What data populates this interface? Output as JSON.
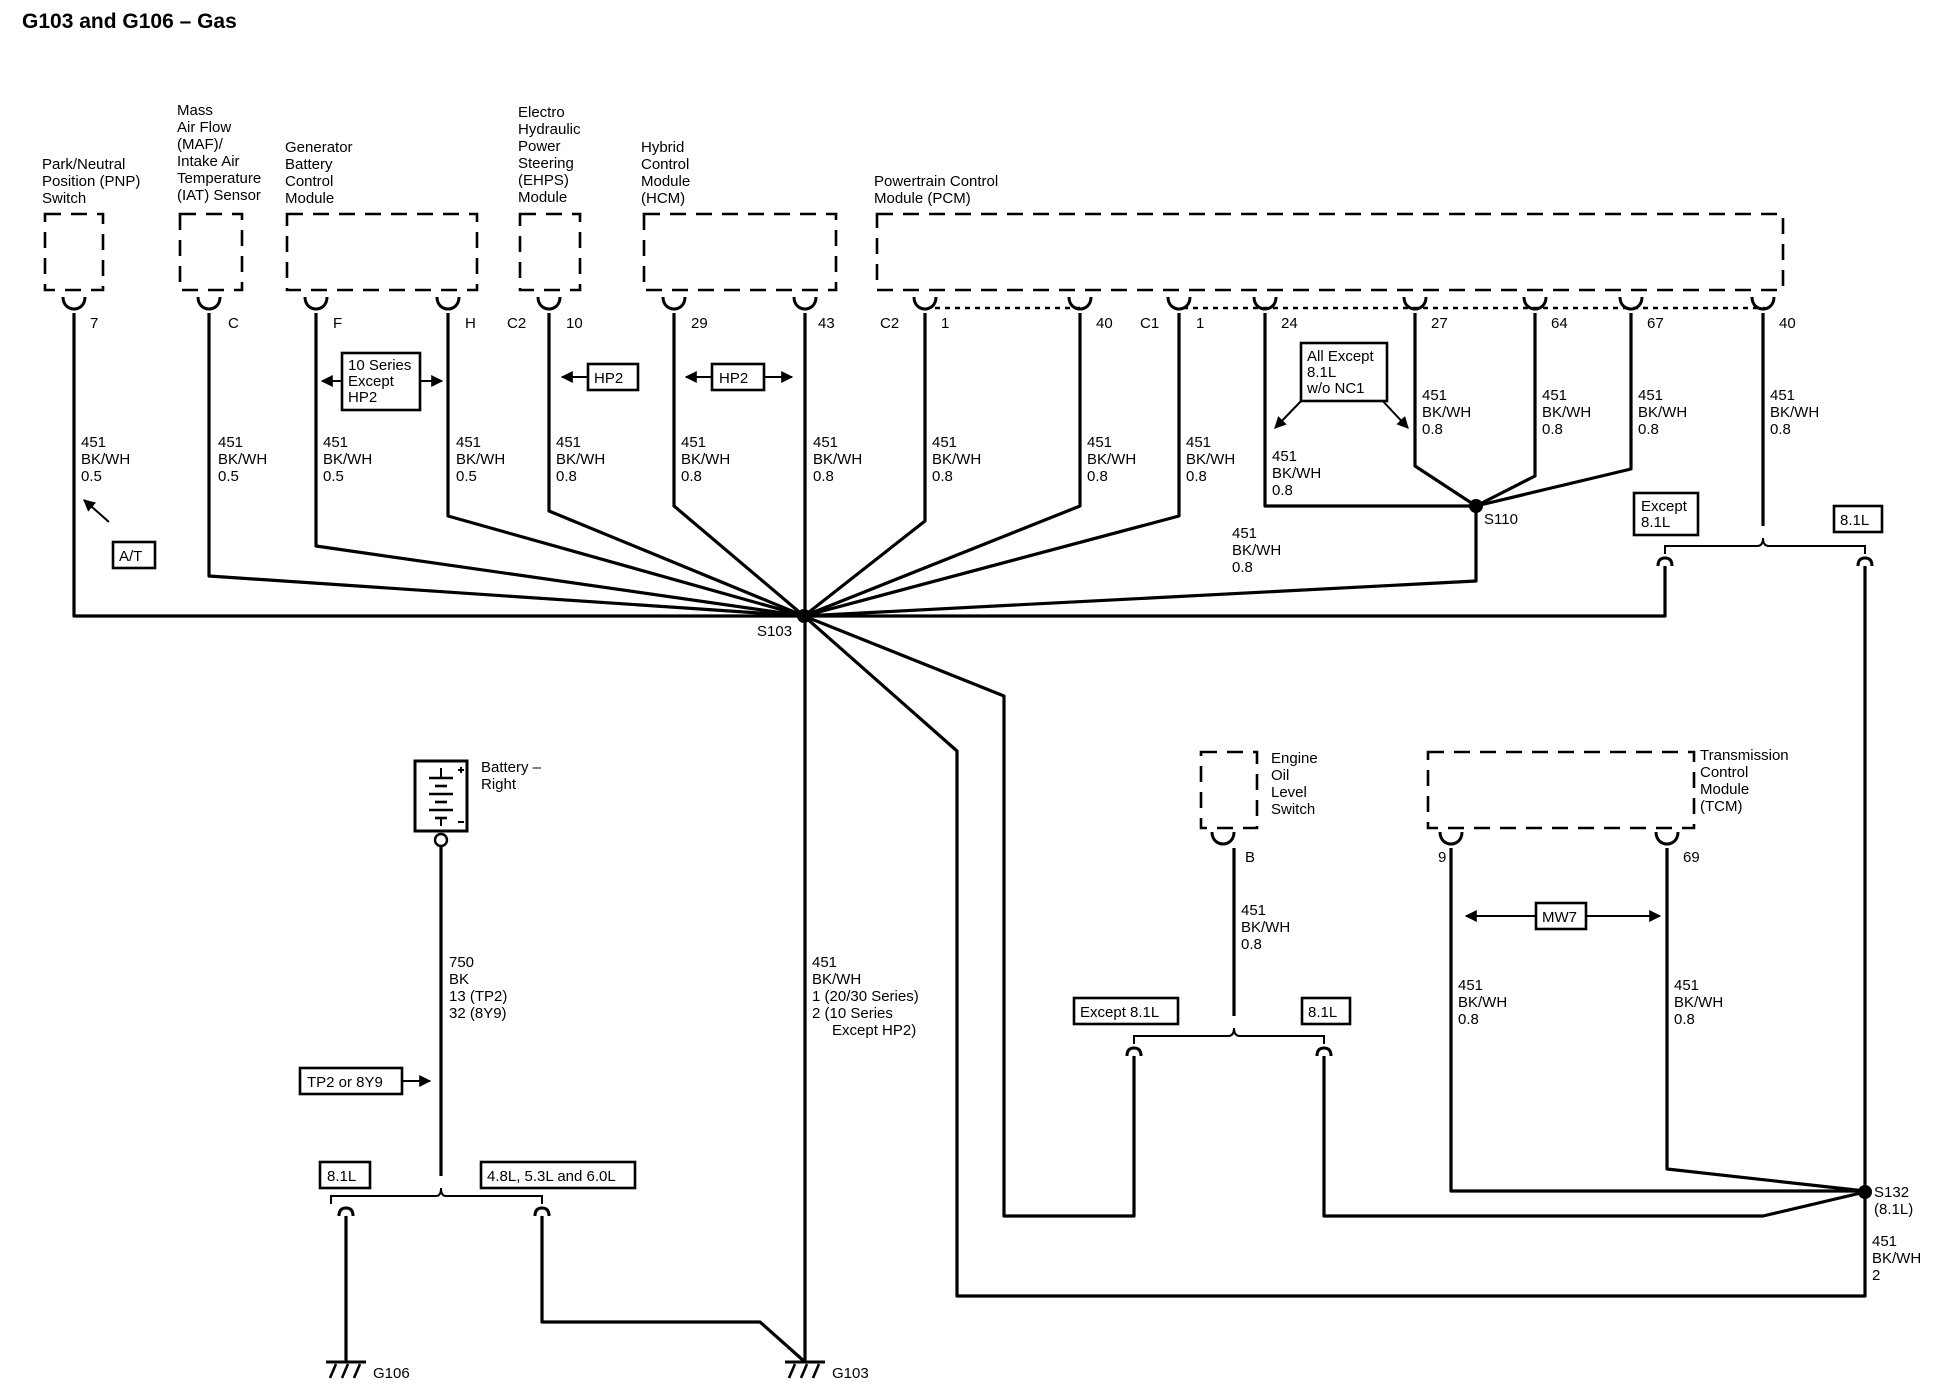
{
  "title": "G103 and G106 – Gas",
  "components": {
    "pnp": [
      "Park/Neutral",
      "Position (PNP)",
      "Switch"
    ],
    "maf": [
      "Mass",
      "Air Flow",
      "(MAF)/",
      "Intake Air",
      "Temperature",
      "(IAT) Sensor"
    ],
    "gen": [
      "Generator",
      "Battery",
      "Control",
      "Module"
    ],
    "ehps": [
      "Electro",
      "Hydraulic",
      "Power",
      "Steering",
      "(EHPS)",
      "Module"
    ],
    "hcm": [
      "Hybrid",
      "Control",
      "Module",
      "(HCM)"
    ],
    "pcm": [
      "Powertrain Control",
      "Module (PCM)"
    ],
    "battery": [
      "Battery –",
      "Right"
    ],
    "eols": [
      "Engine",
      "Oil",
      "Level",
      "Switch"
    ],
    "tcm": [
      "Transmission",
      "Control",
      "Module",
      "(TCM)"
    ]
  },
  "pins": {
    "pnp": "7",
    "maf": "C",
    "gen_f": "F",
    "gen_h": "H",
    "ehps_conn": "C2",
    "ehps": "10",
    "hcm_29": "29",
    "hcm_43": "43",
    "pcm_c2": "C2",
    "pcm_c2_1": "1",
    "pcm_c2_40": "40",
    "pcm_c1": "C1",
    "pcm_c1_1": "1",
    "pcm_c1_24": "24",
    "pcm_c1_27": "27",
    "pcm_c1_64": "64",
    "pcm_c1_67": "67",
    "pcm_c1_40": "40",
    "eols": "B",
    "tcm_9": "9",
    "tcm_69": "69"
  },
  "wires": {
    "pnp": [
      "451",
      "BK/WH",
      "0.5"
    ],
    "maf": [
      "451",
      "BK/WH",
      "0.5"
    ],
    "gen_f": [
      "451",
      "BK/WH",
      "0.5"
    ],
    "gen_h": [
      "451",
      "BK/WH",
      "0.5"
    ],
    "ehps": [
      "451",
      "BK/WH",
      "0.8"
    ],
    "hcm_29": [
      "451",
      "BK/WH",
      "0.8"
    ],
    "hcm_43": [
      "451",
      "BK/WH",
      "0.8"
    ],
    "pcm_c2_1": [
      "451",
      "BK/WH",
      "0.8"
    ],
    "pcm_c2_40": [
      "451",
      "BK/WH",
      "0.8"
    ],
    "pcm_c1_1": [
      "451",
      "BK/WH",
      "0.8"
    ],
    "pcm_c1_24": [
      "451",
      "BK/WH",
      "0.8"
    ],
    "pcm_c1_27": [
      "451",
      "BK/WH",
      "0.8"
    ],
    "pcm_c1_64": [
      "451",
      "BK/WH",
      "0.8"
    ],
    "pcm_c1_67": [
      "451",
      "BK/WH",
      "0.8"
    ],
    "pcm_c1_40": [
      "451",
      "BK/WH",
      "0.8"
    ],
    "s110_out": [
      "451",
      "BK/WH",
      "0.8"
    ],
    "battery": [
      "750",
      "BK",
      "13 (TP2)",
      "32 (8Y9)"
    ],
    "g103": [
      "451",
      "BK/WH",
      "1 (20/30 Series)",
      "2 (10 Series",
      "Except HP2)"
    ],
    "eols": [
      "451",
      "BK/WH",
      "0.8"
    ],
    "tcm_9": [
      "451",
      "BK/WH",
      "0.8"
    ],
    "tcm_69": [
      "451",
      "BK/WH",
      "0.8"
    ],
    "s132_out": [
      "451",
      "BK/WH",
      "2"
    ]
  },
  "options": {
    "at": "A/T",
    "series10": [
      "10 Series",
      "Except",
      "HP2"
    ],
    "hp2_a": "HP2",
    "hp2_b": "HP2",
    "all_except": [
      "All Except",
      "8.1L",
      "w/o NC1"
    ],
    "except81_top": [
      "Except",
      "8.1L"
    ],
    "l81_top": "8.1L",
    "tp2_8y9": "TP2 or 8Y9",
    "l81_bottom": "8.1L",
    "engines": "4.8L, 5.3L and 6.0L",
    "except81_mid": "Except 8.1L",
    "l81_mid": "8.1L",
    "mw7": "MW7"
  },
  "splices": {
    "s103": "S103",
    "s110": "S110",
    "s132": [
      "S132",
      "(8.1L)"
    ]
  },
  "grounds": {
    "g106": "G106",
    "g103": "G103"
  }
}
